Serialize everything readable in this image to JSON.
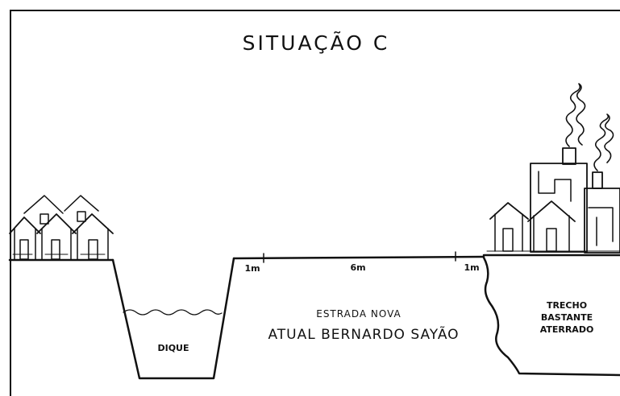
{
  "title": "SITUAÇÃO C",
  "labels": {
    "dike": "DIQUE",
    "road_left_margin": "1m",
    "road_width": "6m",
    "road_right_margin": "1m",
    "road_name": "ESTRADA NOVA",
    "road_current_name": "ATUAL BERNARDO SAYÃO",
    "landfill": [
      "TRECHO",
      "BASTANTE",
      "ATERRADO"
    ]
  }
}
